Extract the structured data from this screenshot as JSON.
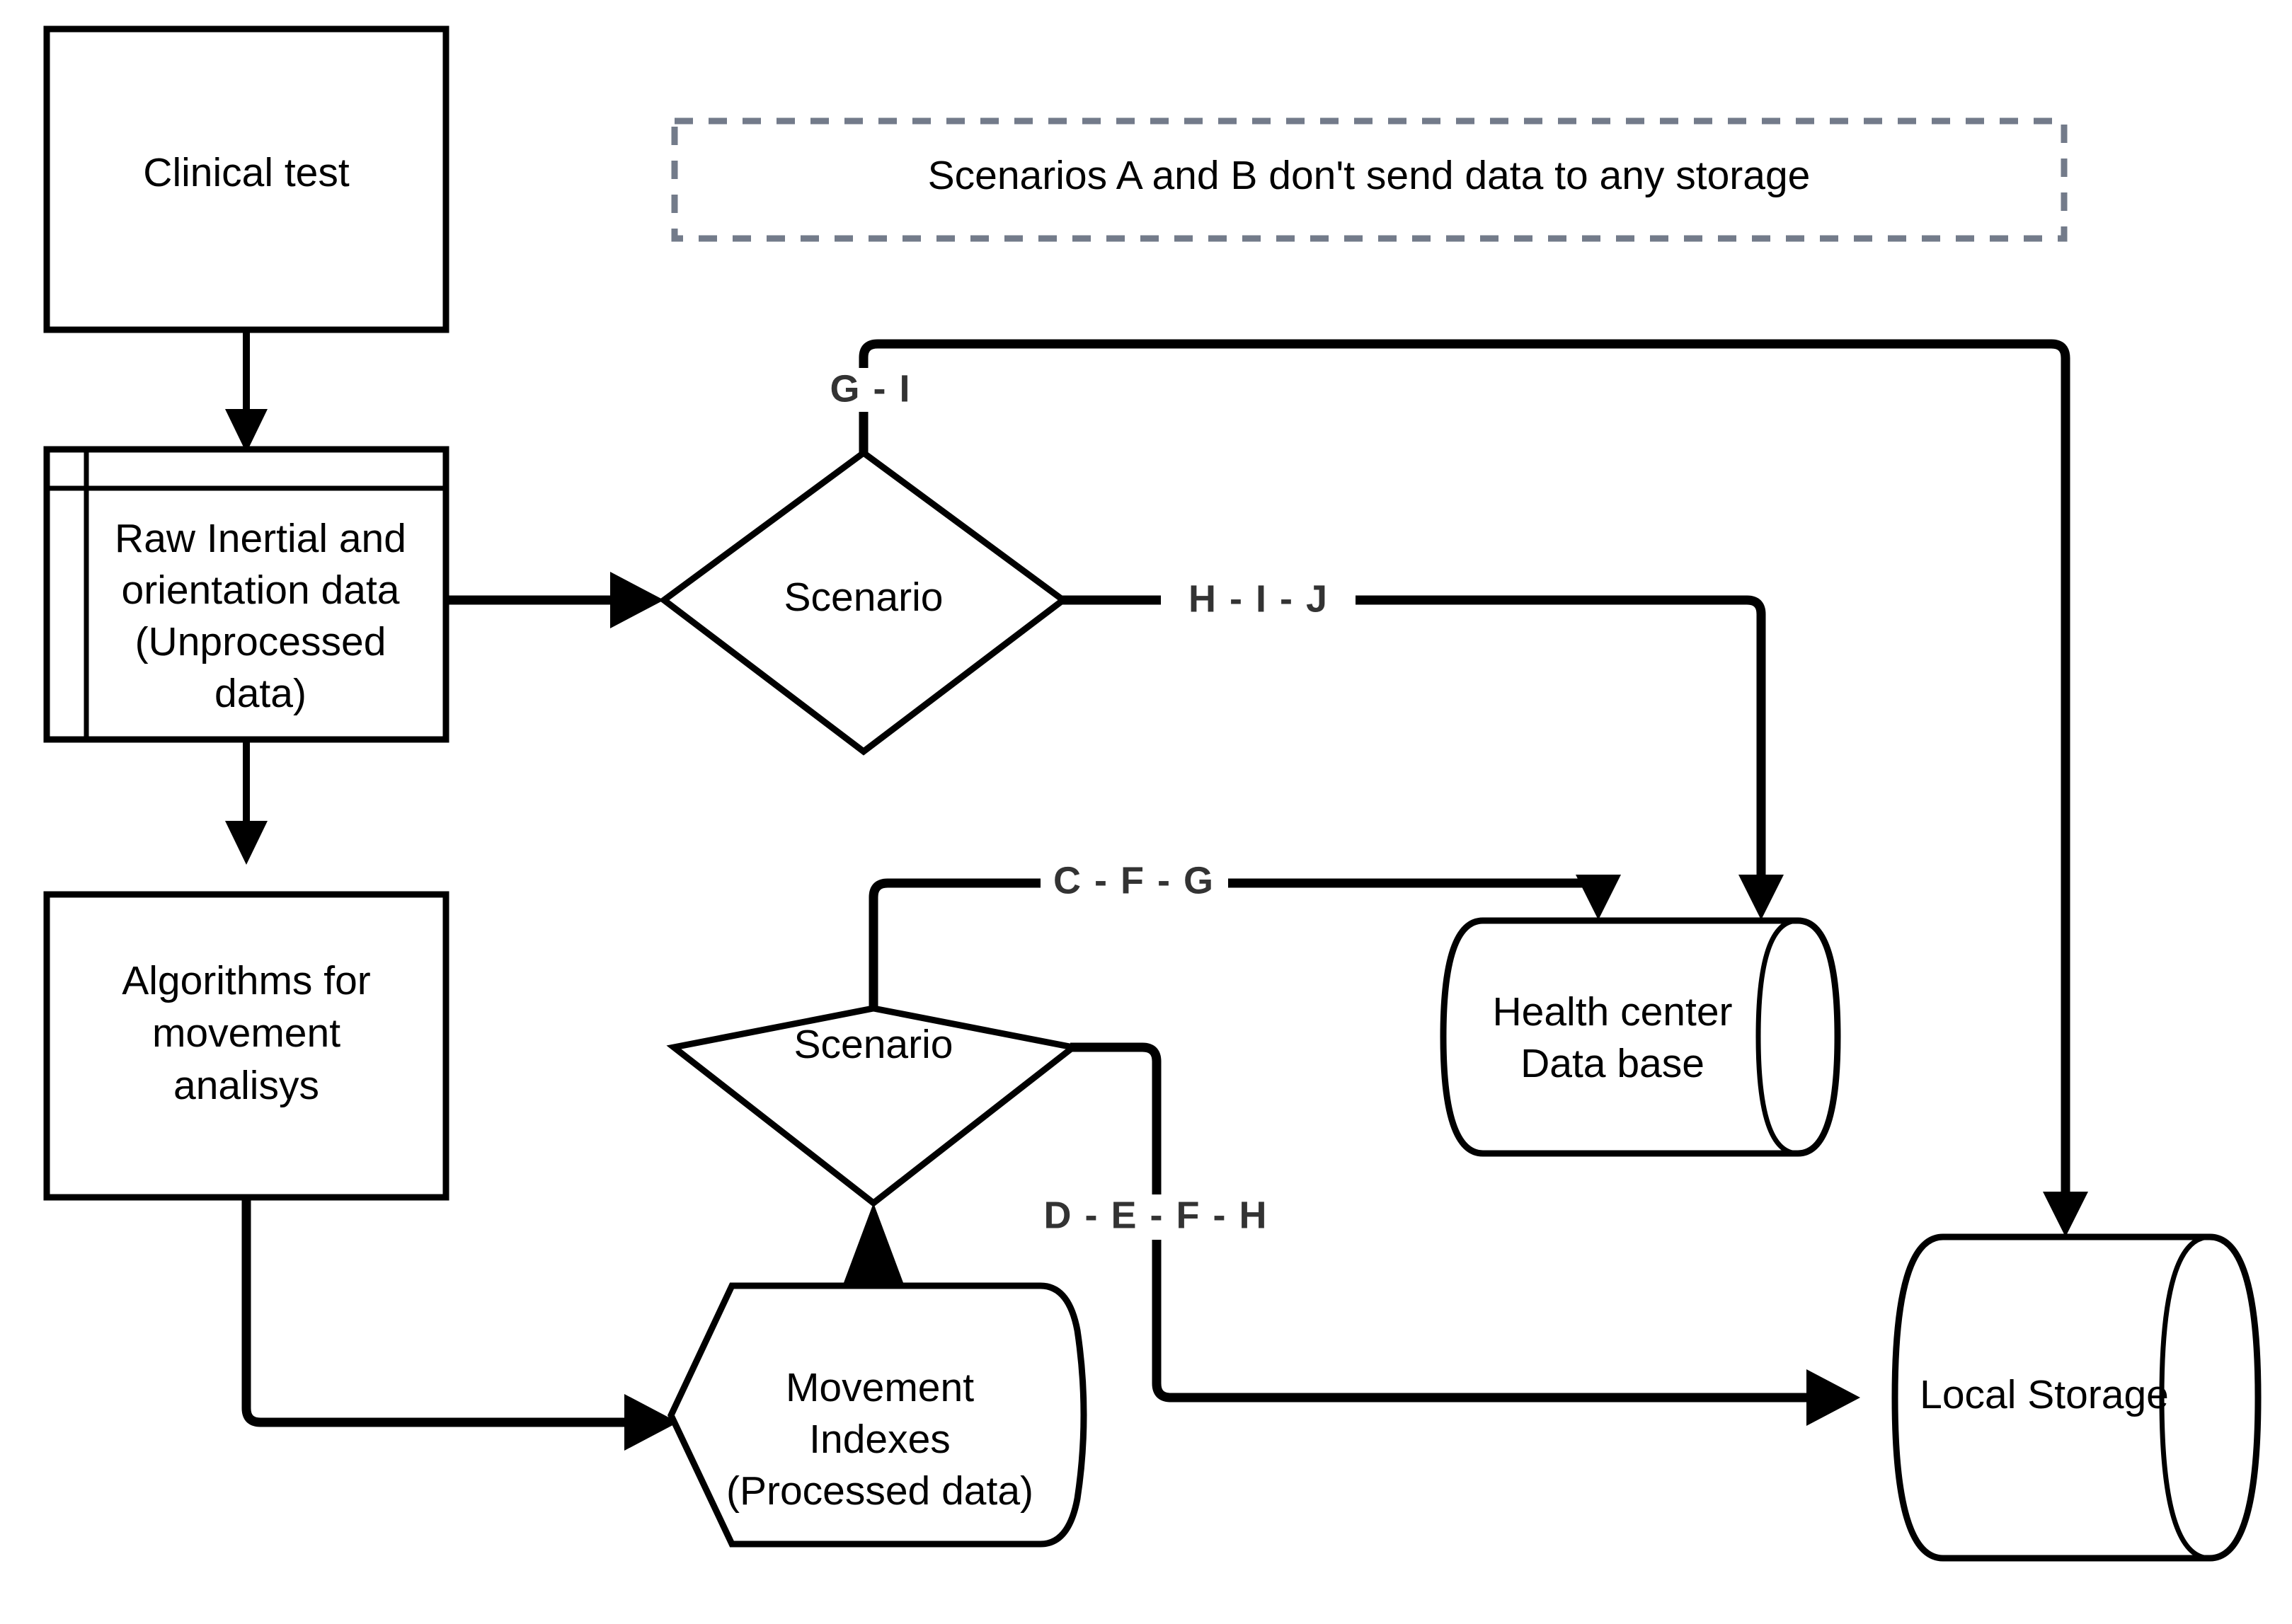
{
  "diagram": {
    "title": "Clinical test data flow with scenarios",
    "background_color": "#ffffff",
    "stroke_color": "#000000",
    "note_border_color": "#737b8a",
    "edge_label_color": "#333333"
  },
  "nodes": {
    "clinical_test": {
      "label": "Clinical test",
      "shape": "rectangle"
    },
    "raw_data": {
      "line1": "Raw Inertial and",
      "line2": "orientation data",
      "line3": "(Unprocessed",
      "line4": "data)",
      "shape": "internal-storage"
    },
    "algorithms": {
      "line1": "Algorithms for",
      "line2": "movement",
      "line3": "analisys",
      "shape": "rectangle"
    },
    "scenario_top": {
      "label": "Scenario",
      "shape": "decision-diamond"
    },
    "scenario_bottom": {
      "label": "Scenario",
      "shape": "decision-diamond"
    },
    "movement_indexes": {
      "line1": "Movement",
      "line2": "Indexes",
      "line3": "(Processed data)",
      "shape": "stored-data"
    },
    "health_center_db": {
      "line1": "Health center",
      "line2": "Data base",
      "shape": "cylinder"
    },
    "local_storage": {
      "label": "Local Storage",
      "shape": "cylinder"
    }
  },
  "note": {
    "text": "Scenarios A and B don't send data to any storage",
    "style": "dashed"
  },
  "edge_labels": {
    "g_i": "G - I",
    "h_i_j": "H - I - J",
    "c_f_g": "C - F - G",
    "d_e_f_h": "D - E - F - H"
  },
  "edges": [
    {
      "from": "clinical_test",
      "to": "raw_data",
      "label": ""
    },
    {
      "from": "raw_data",
      "to": "algorithms",
      "label": ""
    },
    {
      "from": "raw_data",
      "to": "scenario_top",
      "label": ""
    },
    {
      "from": "scenario_top",
      "to": "local_storage",
      "label": "G - I"
    },
    {
      "from": "scenario_top",
      "to": "health_center_db",
      "label": "H - I - J"
    },
    {
      "from": "scenario_bottom",
      "to": "health_center_db",
      "label": "C - F - G"
    },
    {
      "from": "scenario_bottom",
      "to": "local_storage",
      "label": "D - E - F - H"
    },
    {
      "from": "algorithms",
      "to": "movement_indexes",
      "label": ""
    },
    {
      "from": "movement_indexes",
      "to": "scenario_bottom",
      "label": ""
    }
  ]
}
